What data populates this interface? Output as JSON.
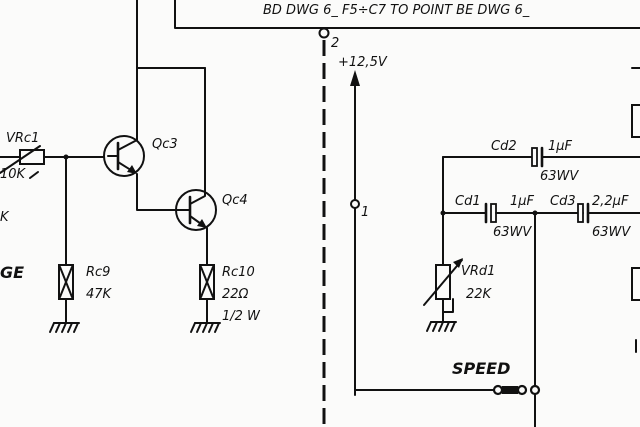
{
  "header": {
    "note": "BD DWG 6_ F5÷C7 TO POINT BE DWG 6_"
  },
  "nodes": {
    "node_2": "2",
    "node_1": "1"
  },
  "supply": {
    "label": "+12,5V"
  },
  "components": {
    "vrc1": {
      "ref": "VRc1",
      "value": "10K",
      "suffix": "K"
    },
    "qc3": {
      "ref": "Qc3"
    },
    "qc4": {
      "ref": "Qc4"
    },
    "rc9": {
      "ref": "Rc9",
      "value": "47K"
    },
    "rc10": {
      "ref": "Rc10",
      "value": "22Ω",
      "power": "1/2 W"
    },
    "cd2": {
      "ref": "Cd2",
      "value": "1μF",
      "rating": "63WV"
    },
    "cd1": {
      "ref": "Cd1",
      "value": "1μF",
      "rating": "63WV"
    },
    "cd3": {
      "ref": "Cd3",
      "value": "2,2μF",
      "rating": "63WV"
    },
    "vrd1": {
      "ref": "VRd1",
      "value": "22K"
    }
  },
  "labels": {
    "edge_ge": "GE",
    "speed": "SPEED"
  }
}
